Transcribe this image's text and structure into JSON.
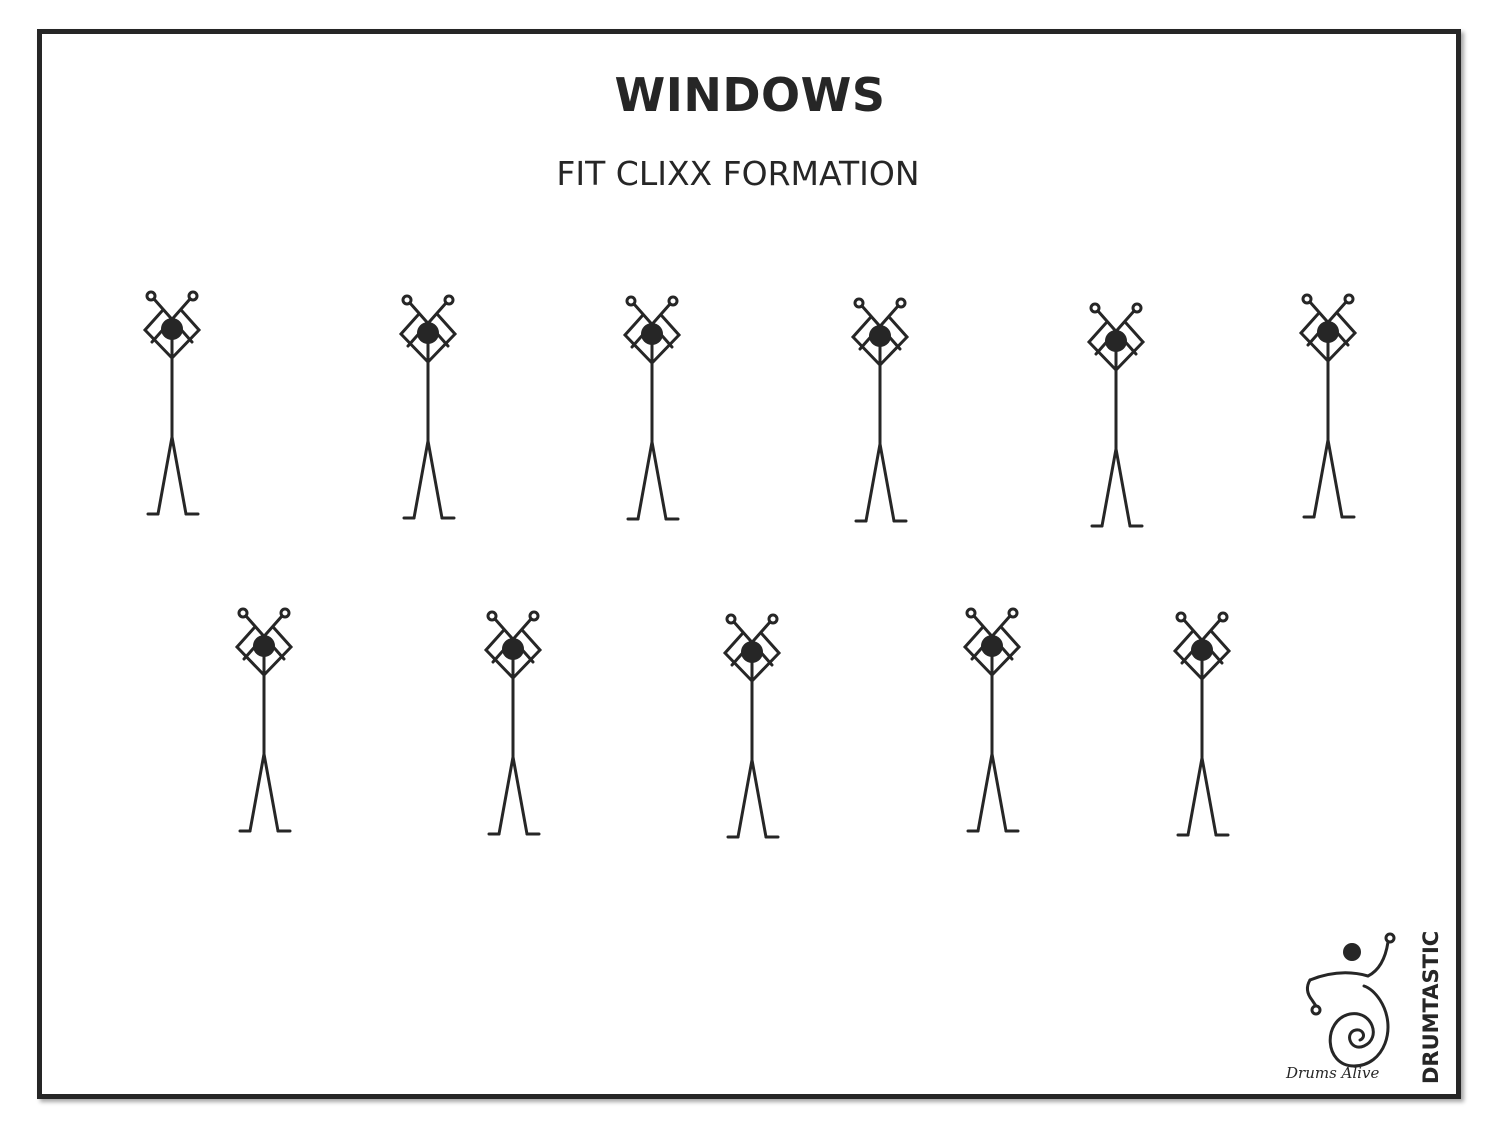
{
  "header": {
    "title": "WINDOWS",
    "subtitle": "FIT CLIXX FORMATION"
  },
  "logo": {
    "brand_text": "Drums Alive",
    "product_text": "DRUMTASTIC",
    "icon": "drummer-spiral-icon"
  },
  "formation": {
    "pose": "arms-crossed-overhead-sticks",
    "rows": [
      {
        "row": 1,
        "count": 6
      },
      {
        "row": 2,
        "count": 5
      }
    ]
  },
  "colors": {
    "ink": "#262626",
    "background": "#ffffff"
  }
}
